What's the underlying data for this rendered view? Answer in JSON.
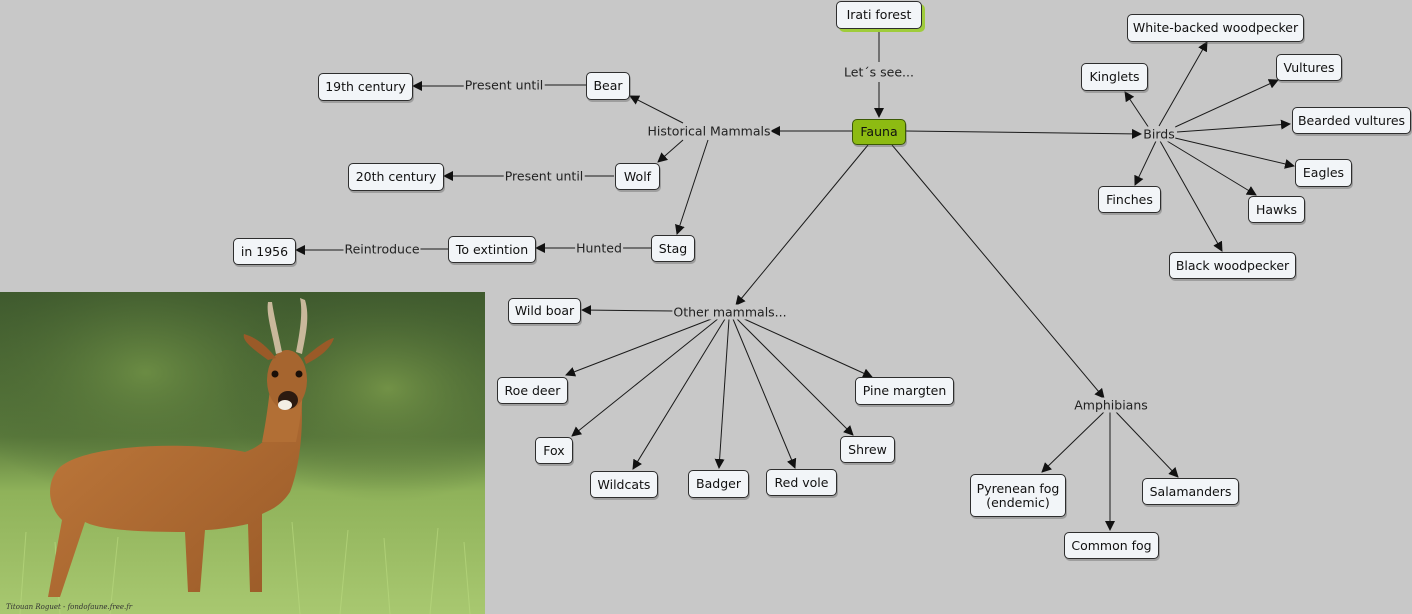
{
  "map": {
    "nodes": {
      "irati": "Irati forest",
      "fauna": "Fauna",
      "bear": "Bear",
      "wolf": "Wolf",
      "stag": "Stag",
      "c19": "19th century",
      "c20": "20th century",
      "extinction": "To extintion",
      "y1956": "in 1956",
      "wildboar": "Wild boar",
      "roedeer": "Roe deer",
      "fox": "Fox",
      "wildcats": "Wildcats",
      "badger": "Badger",
      "redvole": "Red vole",
      "shrew": "Shrew",
      "pinemartgen": "Pine margten",
      "wbwoodpecker": "White-backed woodpecker",
      "kinglets": "Kinglets",
      "vultures": "Vultures",
      "bearded": "Bearded vultures",
      "eagles": "Eagles",
      "hawks": "Hawks",
      "finches": "Finches",
      "bwoodpecker": "Black woodpecker",
      "pyrenean": "Pyrenean fog\n(endemic)",
      "commonfog": "Common fog",
      "salamanders": "Salamanders"
    },
    "links": {
      "letssee": "Let´s see...",
      "historical": "Historical Mammals",
      "birds": "Birds",
      "othermammals": "Other mammals...",
      "amphibians": "Amphibians",
      "presentuntil_bear": "Present until",
      "presentuntil_wolf": "Present until",
      "hunted": "Hunted",
      "reintroduce": "Reintroduce"
    }
  },
  "photo": {
    "subject": "roe deer photograph",
    "credit": "Titouan Roguet - fondofaune.free.fr"
  },
  "colors": {
    "background": "#c8c8c8",
    "hub": "#8dbb12",
    "node": "#f2f5f8",
    "root_shadow": "#9fcc3b"
  }
}
